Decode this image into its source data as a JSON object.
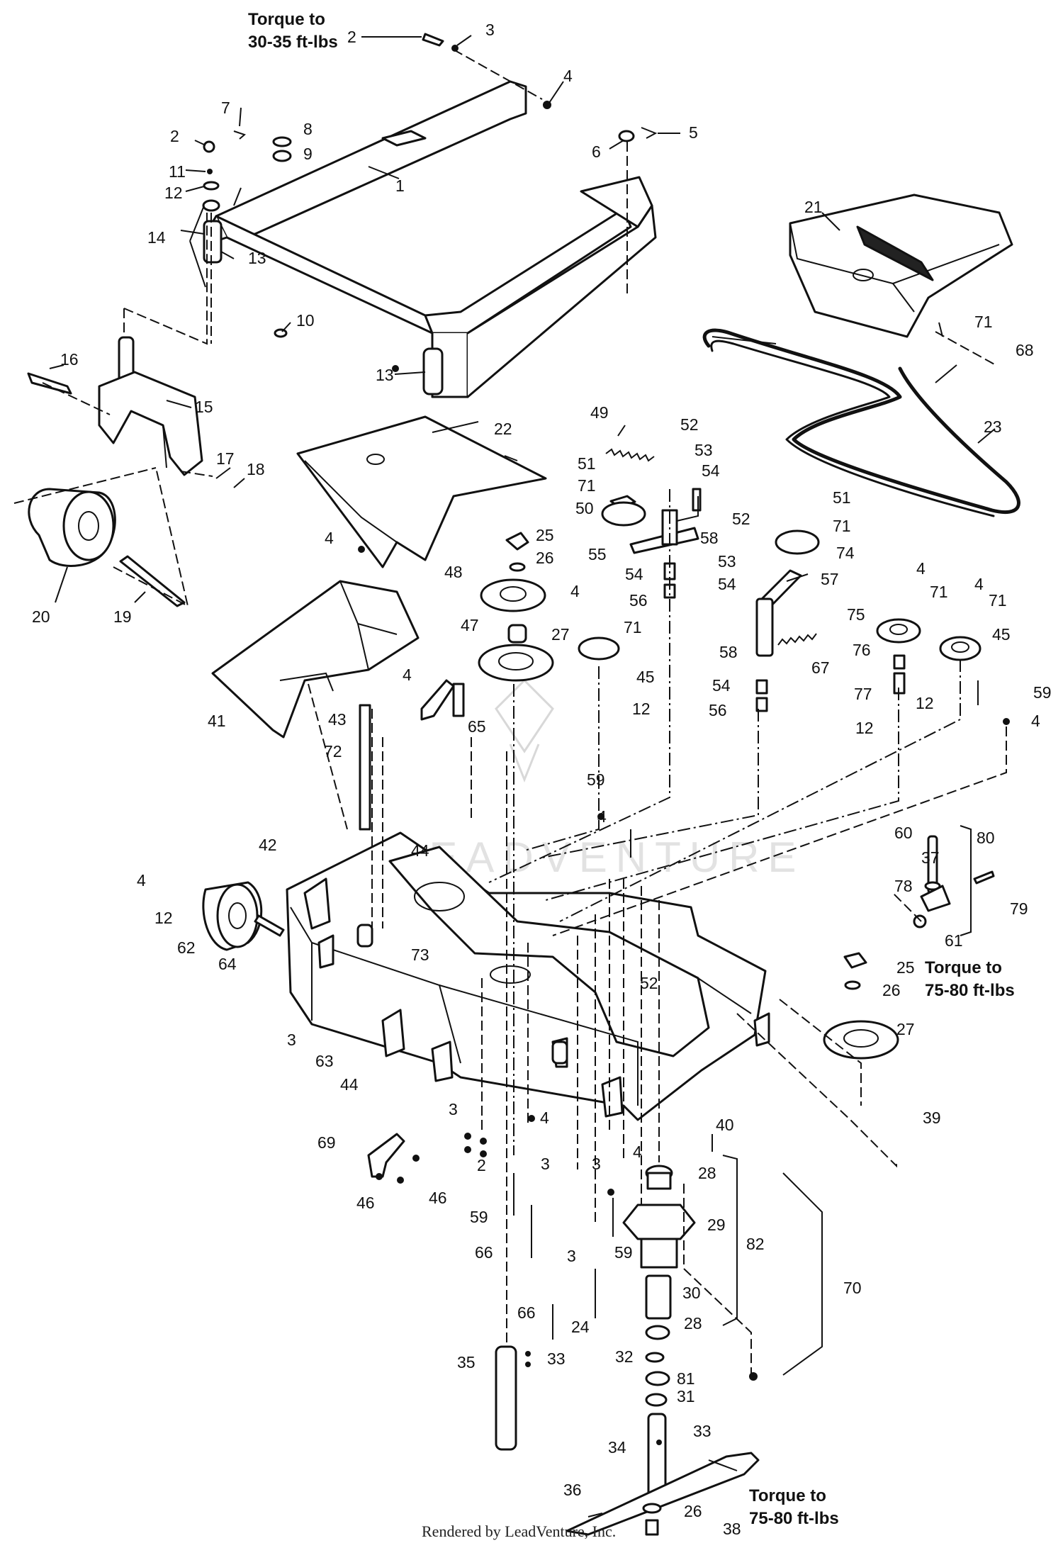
{
  "notes": {
    "torque_top": [
      "Torque to",
      "30-35 ft-lbs"
    ],
    "torque_pulley": [
      "Torque to",
      "75-80 ft-lbs"
    ],
    "torque_blade": [
      "Torque to",
      "75-80 ft-lbs"
    ]
  },
  "watermark": "LEADVENTURE",
  "footer": "Rendered by LeadVenture, Inc.",
  "callouts": [
    "1",
    "2",
    "3",
    "4",
    "5",
    "6",
    "7",
    "8",
    "9",
    "10",
    "11",
    "12",
    "13",
    "14",
    "15",
    "16",
    "17",
    "18",
    "19",
    "20",
    "21",
    "22",
    "23",
    "24",
    "25",
    "26",
    "27",
    "28",
    "29",
    "30",
    "31",
    "32",
    "33",
    "34",
    "35",
    "36",
    "37",
    "38",
    "39",
    "40",
    "41",
    "42",
    "43",
    "44",
    "45",
    "46",
    "47",
    "48",
    "49",
    "50",
    "51",
    "52",
    "53",
    "54",
    "55",
    "56",
    "57",
    "58",
    "59",
    "60",
    "61",
    "62",
    "63",
    "64",
    "65",
    "66",
    "67",
    "68",
    "69",
    "70",
    "71",
    "72",
    "73",
    "74",
    "75",
    "76",
    "77",
    "78",
    "79",
    "80",
    "81",
    "82"
  ]
}
